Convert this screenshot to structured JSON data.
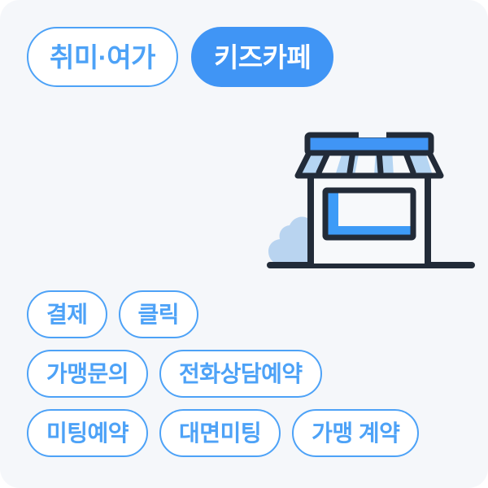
{
  "theme": {
    "card_background": "#f5f7fa",
    "page_background": "#ffffff",
    "accent_blue": "#4da2f7",
    "accent_blue_filled": "#4095f5",
    "outline_dark": "#222b38",
    "awning_light_blue": "#b5d5f2",
    "bush_blue": "#b9d4f0",
    "chip_text_on_fill": "#ffffff"
  },
  "categories": {
    "chips": [
      {
        "label": "취미·여가",
        "selected": false
      },
      {
        "label": "키즈카페",
        "selected": true
      }
    ]
  },
  "illustration": {
    "name": "storefront-illustration",
    "parts": [
      "awning-top-bar",
      "awning-stripes",
      "store-window",
      "store-pillars",
      "ground-line",
      "bush"
    ]
  },
  "tags": {
    "rows": [
      {
        "items": [
          {
            "label": "결제"
          },
          {
            "label": "클릭"
          }
        ]
      },
      {
        "items": [
          {
            "label": "가맹문의"
          },
          {
            "label": "전화상담예약"
          }
        ]
      },
      {
        "items": [
          {
            "label": "미팅예약"
          },
          {
            "label": "대면미팅"
          },
          {
            "label": "가맹 계약"
          }
        ]
      }
    ]
  }
}
